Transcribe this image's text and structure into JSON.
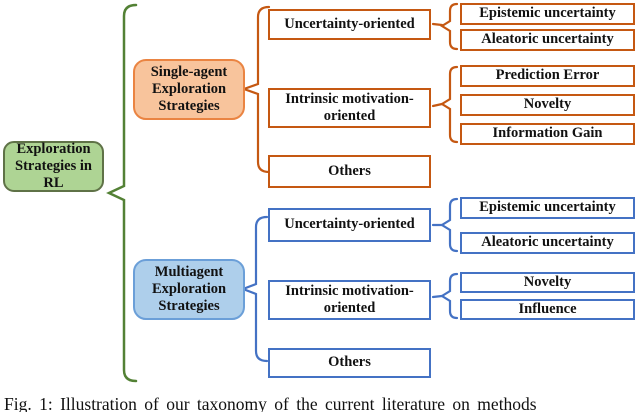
{
  "root": {
    "label": "Exploration Strategies in RL"
  },
  "single_agent": {
    "label": "Single-agent Exploration Strategies",
    "children": [
      {
        "label": "Uncertainty-oriented",
        "leaves": [
          "Epistemic uncertainty",
          "Aleatoric uncertainty"
        ]
      },
      {
        "label": "Intrinsic motivation-oriented",
        "leaves": [
          "Prediction Error",
          "Novelty",
          "Information Gain"
        ]
      },
      {
        "label": "Others",
        "leaves": []
      }
    ]
  },
  "multiagent": {
    "label": "Multiagent Exploration Strategies",
    "children": [
      {
        "label": "Uncertainty-oriented",
        "leaves": [
          "Epistemic uncertainty",
          "Aleatoric uncertainty"
        ]
      },
      {
        "label": "Intrinsic motivation-oriented",
        "leaves": [
          "Novelty",
          "Influence"
        ]
      },
      {
        "label": "Others",
        "leaves": []
      }
    ]
  },
  "caption": "Fig. 1: Illustration of our taxonomy of the current literature on methods",
  "colors": {
    "root_fill": "#aed494",
    "root_border": "#5f7247",
    "root_brace": "#538135",
    "single_agent_fill": "#f8c49c",
    "single_agent_border": "#ea8442",
    "orange_accent": "#c55812",
    "multiagent_fill": "#aecfeb",
    "multiagent_border": "#6b9fd8",
    "blue_accent": "#4472c4",
    "text": "#111111"
  }
}
